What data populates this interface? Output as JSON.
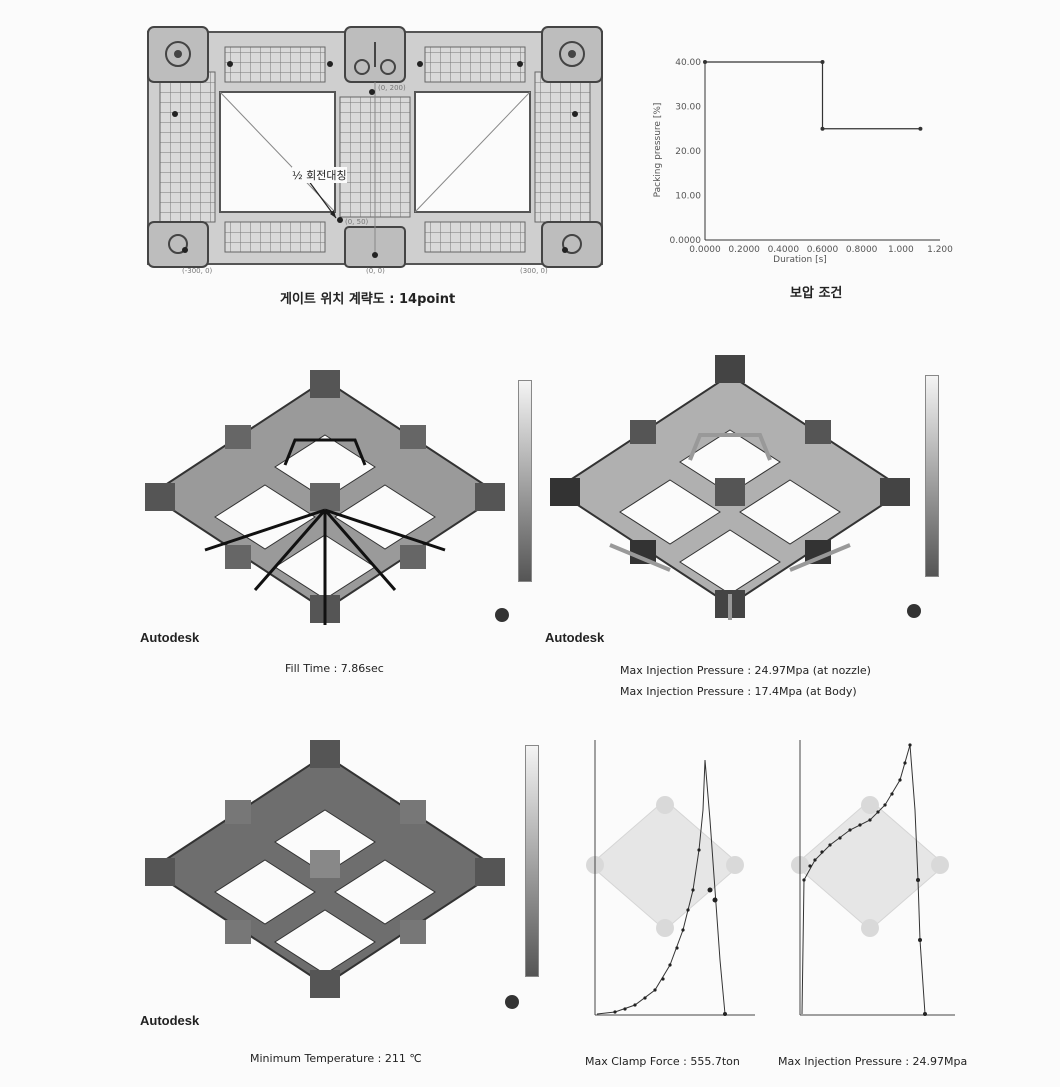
{
  "gate_layout": {
    "caption": "게이트 위치 계략도 : 14point",
    "annotation": "½ 회전대칭",
    "coord_labels": [
      "(0, 200)",
      "(0, 50)",
      "(-300, 0)",
      "(0, 0)",
      "(300, 0)"
    ]
  },
  "packing_chart": {
    "caption": "보압 조건",
    "ylabel": "Packing pressure [%]",
    "xlabel": "Duration [s]"
  },
  "fill_time": {
    "brand": "Autodesk",
    "caption": "Fill Time : 7.86sec"
  },
  "injection_pressure": {
    "brand": "Autodesk",
    "caption_1": "Max Injection Pressure : 24.97Mpa (at nozzle)",
    "caption_2": "Max Injection Pressure : 17.4Mpa (at Body)"
  },
  "temperature": {
    "brand": "Autodesk",
    "caption": "Minimum Temperature : 211 ℃"
  },
  "clamp_force": {
    "caption": "Max Clamp Force : 555.7ton"
  },
  "injection_xy": {
    "caption": "Max Injection Pressure : 24.97Mpa"
  },
  "chart_data": [
    {
      "type": "line",
      "title": "",
      "xlabel": "Duration [s]",
      "ylabel": "Packing pressure [%]",
      "x_ticks": [
        "0.0000",
        "0.2000",
        "0.4000",
        "0.6000",
        "0.8000",
        "1.000",
        "1.200"
      ],
      "y_ticks": [
        "0.0000",
        "10.00",
        "20.00",
        "30.00",
        "40.00"
      ],
      "xlim": [
        0,
        1.2
      ],
      "ylim": [
        0,
        40
      ],
      "series": [
        {
          "x": [
            0,
            0.6,
            0.6,
            1.1
          ],
          "y": [
            40,
            40,
            25,
            25
          ]
        }
      ]
    }
  ]
}
